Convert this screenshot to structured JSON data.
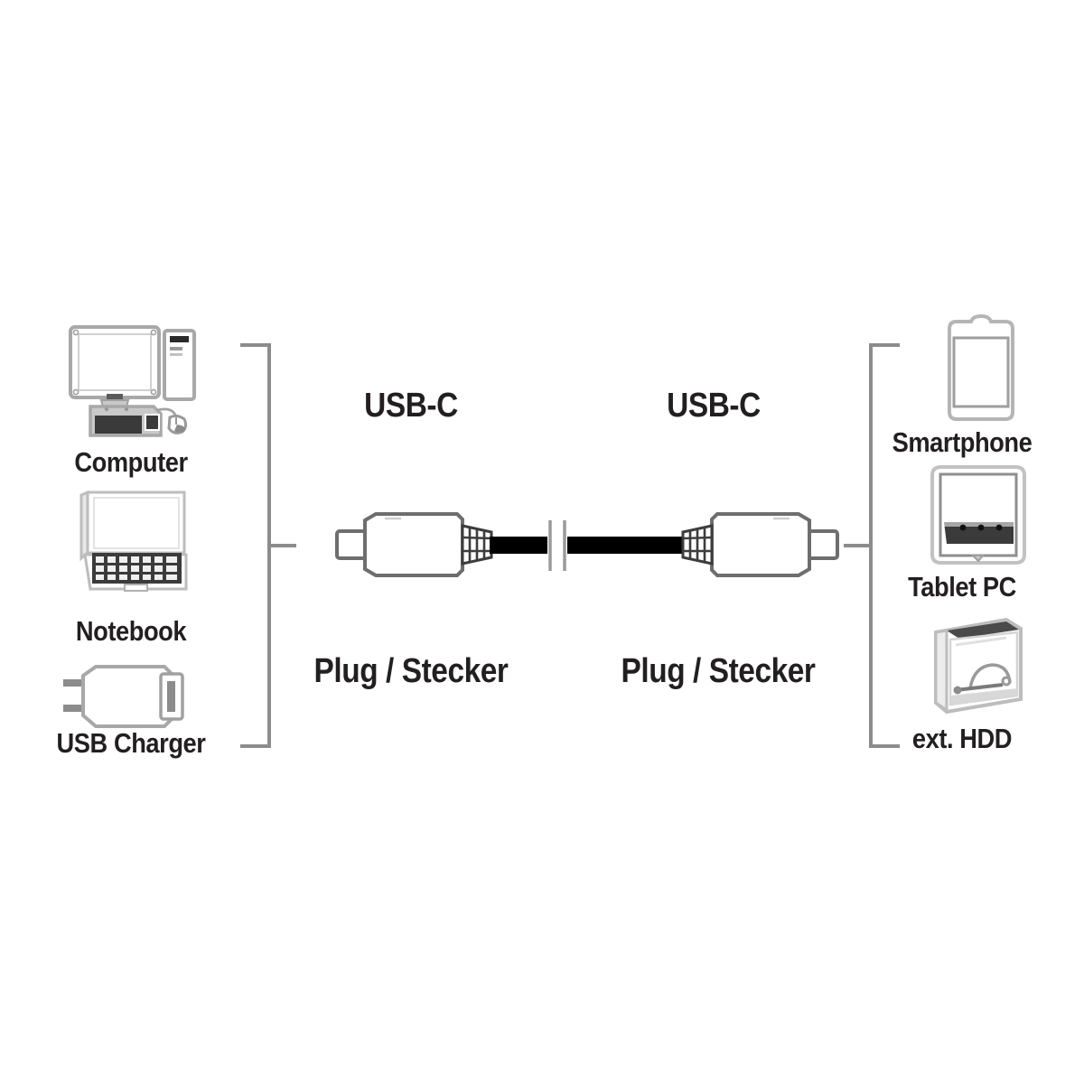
{
  "diagram": {
    "type": "cable-connection-diagram",
    "background_color": "#ffffff",
    "line_color": "#8c8c8c",
    "text_color": "#231f20",
    "cable_color": "#000000"
  },
  "left_group": {
    "bracket_name": "left-device-bracket",
    "devices": [
      {
        "id": "computer",
        "label": "Computer",
        "icon": "desktop-computer-icon"
      },
      {
        "id": "notebook",
        "label": "Notebook",
        "icon": "notebook-laptop-icon"
      },
      {
        "id": "usb-charger",
        "label": "USB Charger",
        "icon": "usb-wall-charger-icon"
      }
    ]
  },
  "right_group": {
    "bracket_name": "right-device-bracket",
    "devices": [
      {
        "id": "smartphone",
        "label": "Smartphone",
        "icon": "smartphone-icon"
      },
      {
        "id": "tablet-pc",
        "label": "Tablet PC",
        "icon": "tablet-pc-icon"
      },
      {
        "id": "ext-hdd",
        "label": "ext. HDD",
        "icon": "external-hard-drive-icon"
      }
    ]
  },
  "cable": {
    "left_connector": {
      "type_label": "USB-C",
      "form_label": "Plug / Stecker",
      "icon": "usb-c-plug-icon"
    },
    "right_connector": {
      "type_label": "USB-C",
      "form_label": "Plug / Stecker",
      "icon": "usb-c-plug-icon"
    },
    "break_mark": "cable-break-symbol"
  }
}
